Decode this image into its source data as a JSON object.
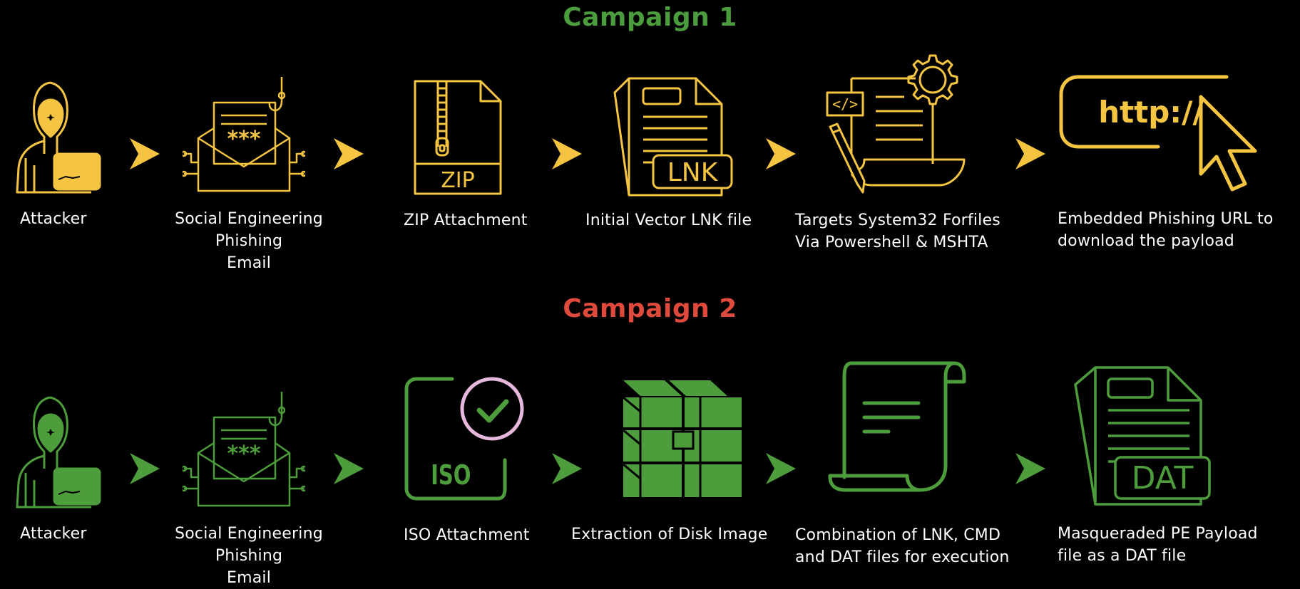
{
  "campaign1": {
    "title": "Campaign 1",
    "title_color": "#4a9c3c",
    "icon_color": "#f5c542",
    "steps": [
      {
        "label": "Attacker",
        "icon": "hooded-hacker-laptop-icon"
      },
      {
        "label": "Social Engineering Phishing\nEmail",
        "icon": "phishing-email-icon"
      },
      {
        "label": "ZIP Attachment",
        "icon": "zip-file-icon"
      },
      {
        "label": "Initial Vector LNK file",
        "icon": "lnk-file-icon"
      },
      {
        "label": "Targets System32 Forfiles\nVia Powershell & MSHTA",
        "icon": "script-gear-icon"
      },
      {
        "label": "Embedded Phishing URL to\ndownload the payload",
        "icon": "url-cursor-icon"
      }
    ],
    "url_text": "http://",
    "zip_text": "ZIP",
    "lnk_text": "LNK"
  },
  "campaign2": {
    "title": "Campaign 2",
    "title_color": "#e04a3c",
    "icon_color": "#4e9d3c",
    "steps": [
      {
        "label": "Attacker",
        "icon": "hooded-hacker-laptop-icon"
      },
      {
        "label": "Social Engineering Phishing\nEmail",
        "icon": "phishing-email-icon"
      },
      {
        "label": "ISO Attachment",
        "icon": "iso-file-check-icon"
      },
      {
        "label": "Extraction of Disk Image",
        "icon": "archive-books-icon"
      },
      {
        "label": "Combination of LNK, CMD\nand DAT files for execution",
        "icon": "scroll-document-icon"
      },
      {
        "label": "Masqueraded PE Payload\nfile as a DAT file",
        "icon": "dat-file-icon"
      }
    ],
    "iso_text": "ISO",
    "dat_text": "DAT"
  }
}
